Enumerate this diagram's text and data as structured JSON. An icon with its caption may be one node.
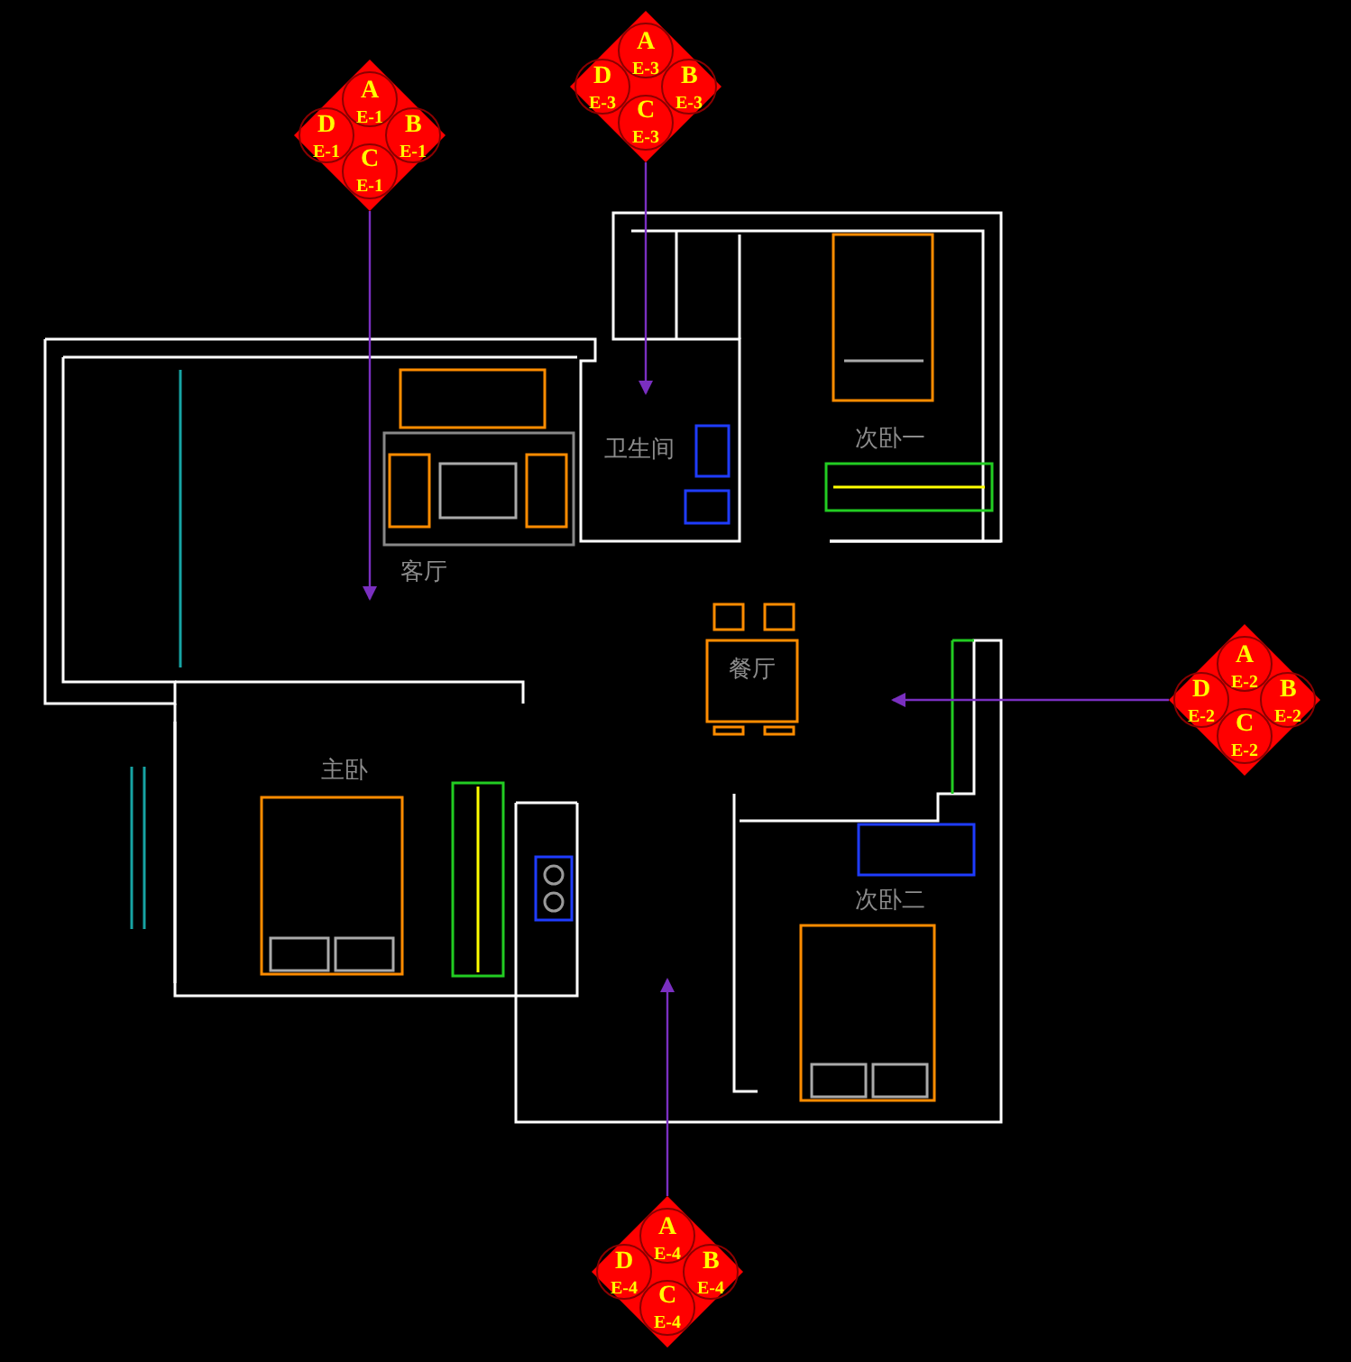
{
  "diagram": {
    "nodes": [
      {
        "text": [
          "A",
          "D",
          "E-1",
          "B",
          "E-1",
          "C",
          "E-1",
          "E-1"
        ]
      },
      {
        "text": [
          "A",
          "D",
          "E-3",
          "B",
          "E-3",
          "C",
          "E-3",
          "E-3"
        ]
      },
      {
        "text": [
          "A",
          "D",
          "E-2",
          "B",
          "E-2",
          "C",
          "E-2",
          "E-2"
        ]
      },
      {
        "text": [
          "A",
          "D",
          "E-4",
          "B",
          "E-4",
          "C",
          "E-4",
          "E-4"
        ]
      }
    ],
    "edges": [
      {
        "from": 0,
        "to": null,
        "arrow": "to"
      },
      {
        "from": 1,
        "to": null,
        "arrow": "to"
      },
      {
        "from": 2,
        "to": null,
        "arrow": "to"
      },
      {
        "from": 3,
        "to": null,
        "arrow": "to"
      }
    ],
    "labels": [
      "卫生间",
      "次卧一",
      "客厅",
      "餐厅",
      "主卧",
      "次卧二"
    ]
  }
}
